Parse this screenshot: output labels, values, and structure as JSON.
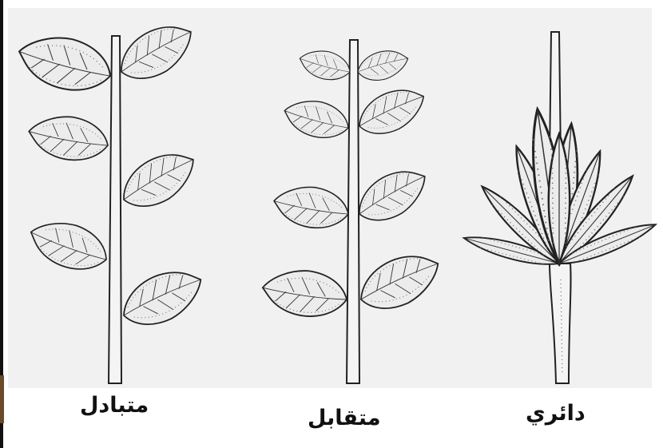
{
  "figure": {
    "captions": {
      "alternate": "متبادل",
      "opposite": "متقابل",
      "whorled": "دائري"
    }
  },
  "colors": {
    "background": "#ffffff",
    "panel": "#f1f1f1",
    "line": "#222222",
    "leaf_fill": "#ececec"
  }
}
